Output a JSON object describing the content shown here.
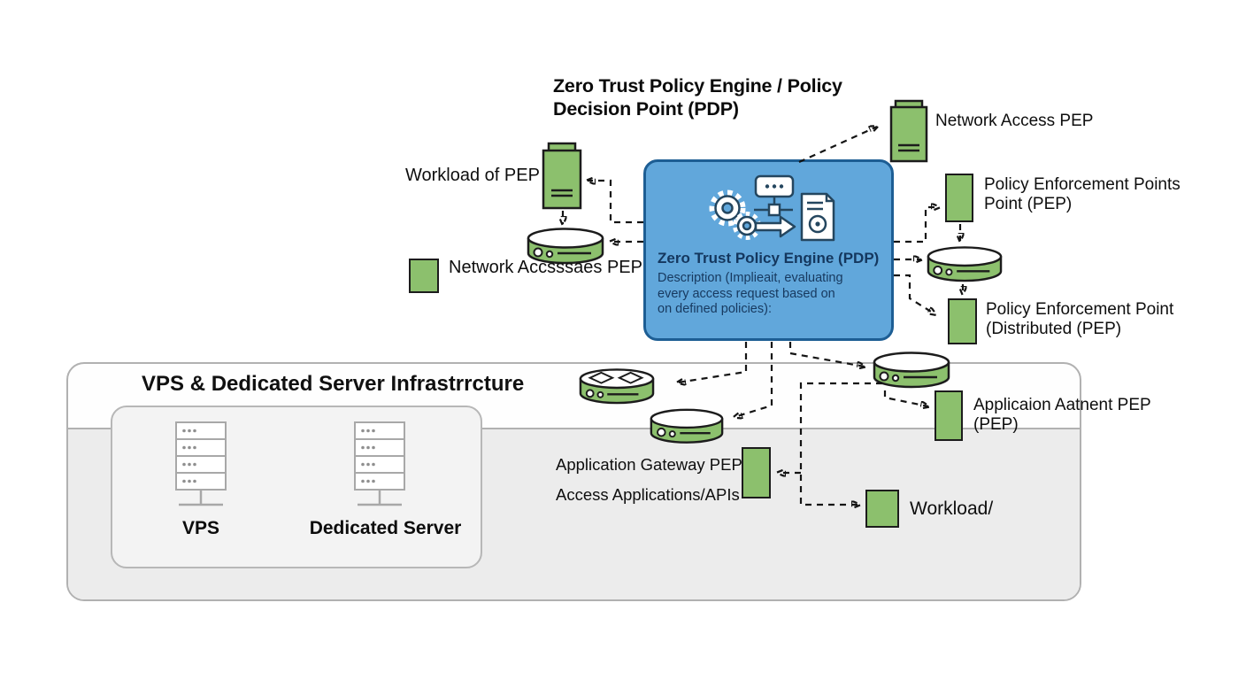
{
  "title": "Zero Trust Policy Engine / Policy\nDecision Point (PDP)",
  "pdp_box": {
    "title": "Zero Trust Policy Engine (PDP)",
    "description": "Description (Implieait, evaluating\nevery access request based on\non defined policies):"
  },
  "labels": {
    "workload_of_pep": "Workload of PEP",
    "network_accesses_pep": "Network Accsssaes PEP",
    "network_access_pep": "Network Access PEP",
    "policy_enforcement_points": "Policy Enforcement Points\n Point (PEP)",
    "policy_enforcement_point_distributed": "Policy Enforcement Point\n(Distributed (PEP)",
    "application_agent_pep": "Applicaion Aatnent PEP\n(PEP)",
    "workload_slash": "Workload/",
    "application_gateway_pep": "Application Gateway PEP",
    "access_applications_apis": "Access Applications/APIs"
  },
  "infrastructure": {
    "heading": "VPS & Dedicated Server Infrastrrcture",
    "vps_label": "VPS",
    "dedicated_label": "Dedicated Server"
  },
  "colors": {
    "node_green": "#8cc06d",
    "pdp_blue_fill": "#61a7db",
    "pdp_blue_border": "#1d5e94",
    "pdp_text_navy": "#17395f",
    "arrow_black": "#141414",
    "infra_gray": "#ececec"
  }
}
